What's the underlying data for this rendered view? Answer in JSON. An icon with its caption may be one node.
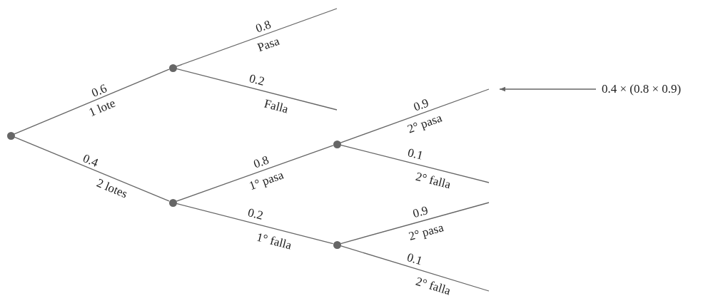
{
  "diagram": {
    "nodes": [
      {
        "text": [],
        "shape": "circle"
      },
      {
        "text": [],
        "shape": "circle"
      },
      {
        "text": [],
        "shape": "circle"
      },
      {
        "text": [],
        "shape": "circle"
      },
      {
        "text": [],
        "shape": "circle"
      },
      {
        "text": [
          "0.4 × (0.8 × 0.9)"
        ]
      }
    ],
    "edges": [
      {
        "from": 0,
        "to": 1,
        "arrow": "none",
        "label": "0.6"
      },
      {
        "from": 0,
        "to": 2,
        "arrow": "none",
        "label": "0.4"
      },
      {
        "from": 1,
        "to": null,
        "arrow": "none",
        "label": "0.8"
      },
      {
        "from": 1,
        "to": null,
        "arrow": "none",
        "label": "0.2"
      },
      {
        "from": 2,
        "to": 3,
        "arrow": "none",
        "label": "0.8"
      },
      {
        "from": 2,
        "to": 4,
        "arrow": "none",
        "label": "0.2"
      },
      {
        "from": 3,
        "to": null,
        "arrow": "none",
        "label": "0.9"
      },
      {
        "from": 3,
        "to": null,
        "arrow": "none",
        "label": "0.1"
      },
      {
        "from": 4,
        "to": null,
        "arrow": "none",
        "label": "0.9"
      },
      {
        "from": 4,
        "to": null,
        "arrow": "none",
        "label": "0.1"
      },
      {
        "from": 5,
        "to": null,
        "arrow": "to"
      }
    ],
    "labels": [
      "1 lote",
      "2 lotes",
      "Pasa",
      "Falla",
      "1° pasa",
      "1° falla",
      "2° pasa",
      "2° falla",
      "2° pasa",
      "2° falla"
    ]
  }
}
